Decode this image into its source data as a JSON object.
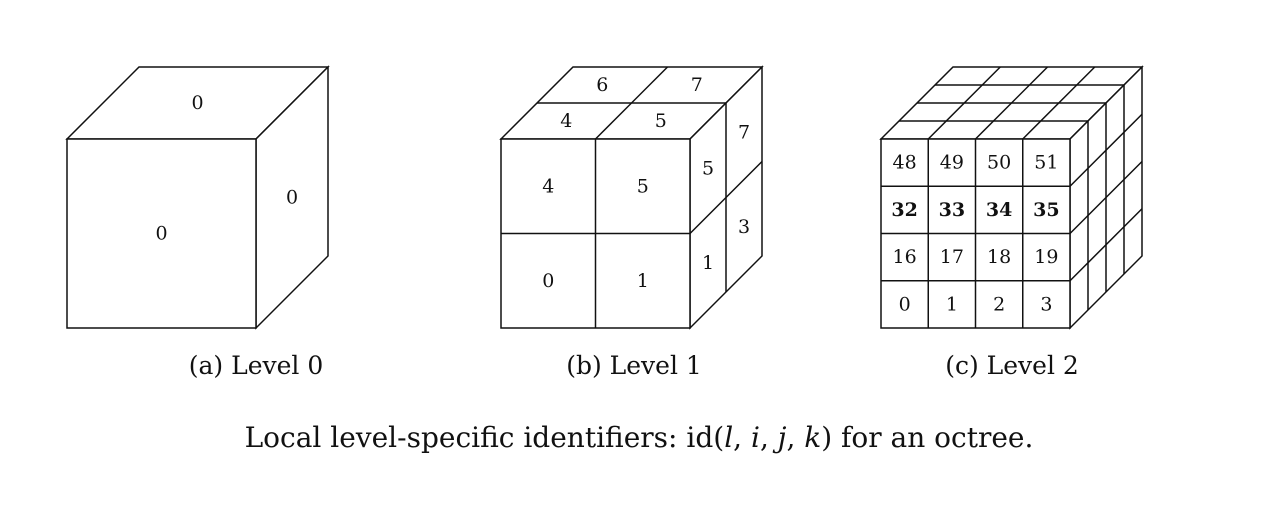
{
  "panels": [
    {
      "caption": "(a) Level 0",
      "front_labels": [
        [
          "0"
        ]
      ],
      "top_labels": [
        [
          "0"
        ]
      ],
      "side_labels": [
        [
          "0"
        ]
      ],
      "bold_front_rows": []
    },
    {
      "caption": "(b) Level 1",
      "front_labels": [
        [
          "4",
          "5"
        ],
        [
          "0",
          "1"
        ]
      ],
      "top_labels": [
        [
          "6",
          "7"
        ],
        [
          "4",
          "5"
        ]
      ],
      "side_labels": [
        [
          "5",
          "7"
        ],
        [
          "1",
          "3"
        ]
      ],
      "bold_front_rows": []
    },
    {
      "caption": "(c) Level 2",
      "front_labels": [
        [
          "48",
          "49",
          "50",
          "51"
        ],
        [
          "32",
          "33",
          "34",
          "35"
        ],
        [
          "16",
          "17",
          "18",
          "19"
        ],
        [
          "0",
          "1",
          "2",
          "3"
        ]
      ],
      "top_labels": [],
      "side_labels": [],
      "bold_front_rows": [
        1
      ]
    }
  ],
  "figure_caption": {
    "prefix": "Local level-specific identifiers: id(",
    "args": [
      "l",
      "i",
      "j",
      "k"
    ],
    "suffix": ") for an octree."
  }
}
